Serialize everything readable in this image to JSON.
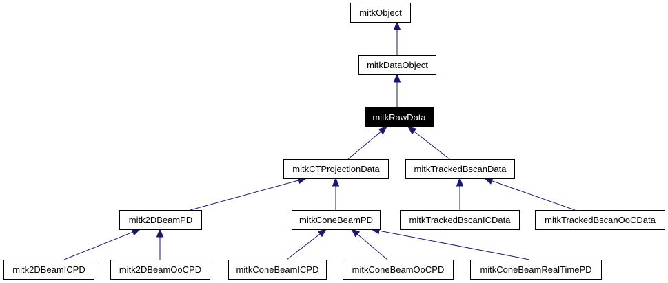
{
  "diagram": {
    "type": "class-inheritance-graph",
    "nodes": [
      {
        "id": "mitkObject",
        "label": "mitkObject",
        "highlighted": false
      },
      {
        "id": "mitkDataObject",
        "label": "mitkDataObject",
        "highlighted": false
      },
      {
        "id": "mitkRawData",
        "label": "mitkRawData",
        "highlighted": true
      },
      {
        "id": "mitkCTProjectionData",
        "label": "mitkCTProjectionData",
        "highlighted": false
      },
      {
        "id": "mitkTrackedBscanData",
        "label": "mitkTrackedBscanData",
        "highlighted": false
      },
      {
        "id": "mitk2DBeamPD",
        "label": "mitk2DBeamPD",
        "highlighted": false
      },
      {
        "id": "mitkConeBeamPD",
        "label": "mitkConeBeamPD",
        "highlighted": false
      },
      {
        "id": "mitkTrackedBscanICData",
        "label": "mitkTrackedBscanICData",
        "highlighted": false
      },
      {
        "id": "mitkTrackedBscanOoCData",
        "label": "mitkTrackedBscanOoCData",
        "highlighted": false
      },
      {
        "id": "mitk2DBeamICPD",
        "label": "mitk2DBeamICPD",
        "highlighted": false
      },
      {
        "id": "mitk2DBeamOoCPD",
        "label": "mitk2DBeamOoCPD",
        "highlighted": false
      },
      {
        "id": "mitkConeBeamICPD",
        "label": "mitkConeBeamICPD",
        "highlighted": false
      },
      {
        "id": "mitkConeBeamOoCPD",
        "label": "mitkConeBeamOoCPD",
        "highlighted": false
      },
      {
        "id": "mitkConeBeamRealTimePD",
        "label": "mitkConeBeamRealTimePD",
        "highlighted": false
      }
    ],
    "edges": [
      {
        "child": "mitkDataObject",
        "parent": "mitkObject"
      },
      {
        "child": "mitkRawData",
        "parent": "mitkDataObject"
      },
      {
        "child": "mitkCTProjectionData",
        "parent": "mitkRawData"
      },
      {
        "child": "mitkTrackedBscanData",
        "parent": "mitkRawData"
      },
      {
        "child": "mitk2DBeamPD",
        "parent": "mitkCTProjectionData"
      },
      {
        "child": "mitkConeBeamPD",
        "parent": "mitkCTProjectionData"
      },
      {
        "child": "mitkTrackedBscanICData",
        "parent": "mitkTrackedBscanData"
      },
      {
        "child": "mitkTrackedBscanOoCData",
        "parent": "mitkTrackedBscanData"
      },
      {
        "child": "mitk2DBeamICPD",
        "parent": "mitk2DBeamPD"
      },
      {
        "child": "mitk2DBeamOoCPD",
        "parent": "mitk2DBeamPD"
      },
      {
        "child": "mitkConeBeamICPD",
        "parent": "mitkConeBeamPD"
      },
      {
        "child": "mitkConeBeamOoCPD",
        "parent": "mitkConeBeamPD"
      },
      {
        "child": "mitkConeBeamRealTimePD",
        "parent": "mitkConeBeamPD"
      }
    ],
    "colors": {
      "edge": "#191970",
      "node_border": "#000000",
      "node_fill": "#ffffff",
      "highlight_fill": "#000000",
      "highlight_text": "#ffffff"
    }
  }
}
